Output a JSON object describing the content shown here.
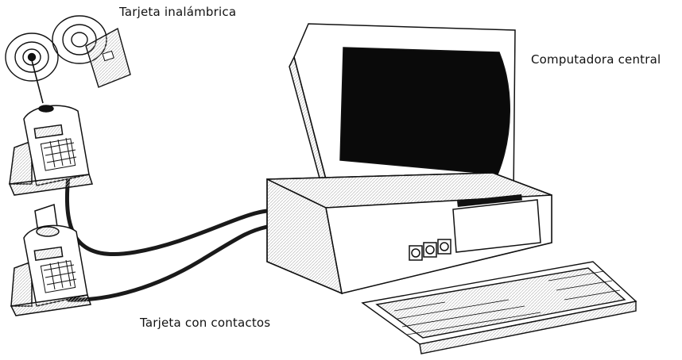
{
  "labels": {
    "wireless_card": "Tarjeta inalámbrica",
    "central_computer": "Computadora central",
    "contact_card": "Tarjeta con contactos"
  },
  "colors": {
    "ink": "#111111",
    "screen": "#0a0a0a",
    "cable": "#1a1a1a",
    "card_fill": "#e6e6e6"
  }
}
